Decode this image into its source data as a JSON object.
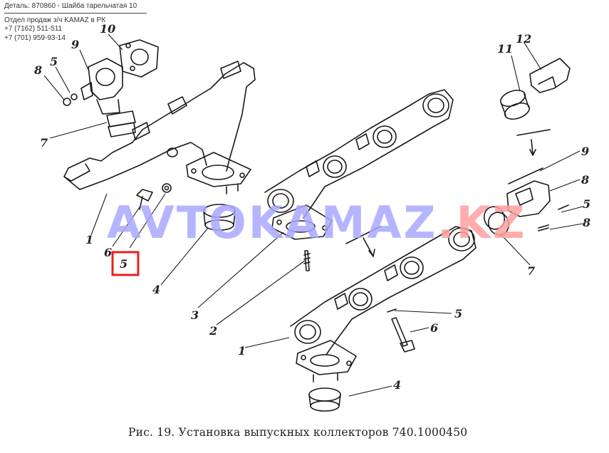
{
  "header": {
    "detail_line": "Деталь: 870860 - Шайба тарельчатая 10",
    "seller_line": "Отдел продаж з/ч KAMAZ в РК",
    "phone_1": "+7 (7162) 511-511",
    "phone_2": "+7 (701) 959-93-14"
  },
  "watermark": {
    "text_blue": "AVTOKAMAZ",
    "text_red": ".KZ",
    "color_blue": "#a9a9ff",
    "color_red": "#ff9f9f"
  },
  "callouts": [
    "8",
    "5",
    "9",
    "10",
    "7",
    "1",
    "6",
    "5",
    "4",
    "3",
    "2",
    "1",
    "4",
    "11",
    "12",
    "9",
    "8",
    "5",
    "8",
    "7",
    "5",
    "6"
  ],
  "highlight": {
    "label": "5",
    "color": "#e8201c"
  },
  "caption": "Рис. 19. Установка выпускных коллекторов 740.1000450"
}
